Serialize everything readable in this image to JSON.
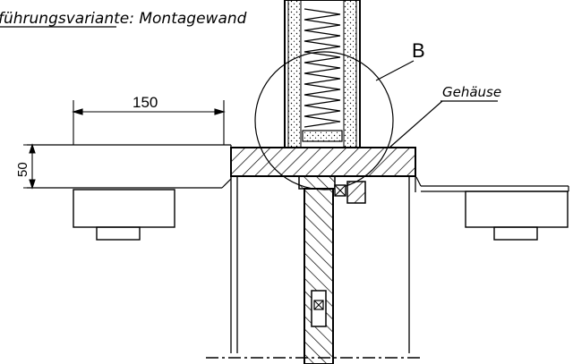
{
  "drawing": {
    "title": "führungsvariante: Montagewand",
    "detail_label": "B",
    "housing_label": "Gehäuse",
    "dim_width": "150",
    "dim_height": "50"
  },
  "colors": {
    "line": "#000000",
    "background": "#ffffff"
  }
}
